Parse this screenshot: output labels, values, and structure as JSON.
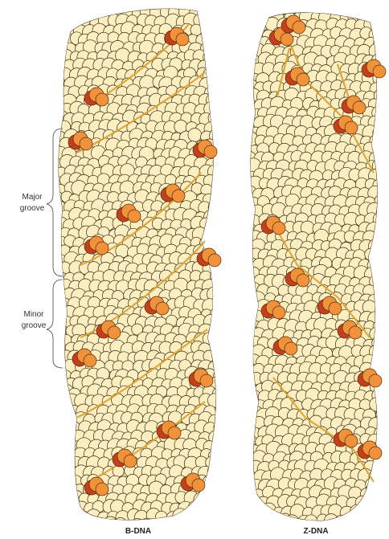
{
  "labels": {
    "major_groove_line1": "Major",
    "major_groove_line2": "groove",
    "minor_groove_line1": "Minor",
    "minor_groove_line2": "groove"
  },
  "captions": {
    "left": "B-DNA",
    "right": "Z-DNA"
  },
  "colors": {
    "base_atom_fill": "#fbeec0",
    "base_atom_stroke": "#3a2a12",
    "phosphate_fill": "#f0923a",
    "phosphate_dark": "#c4401c",
    "backbone_line": "#d9a030",
    "text": "#333333"
  }
}
